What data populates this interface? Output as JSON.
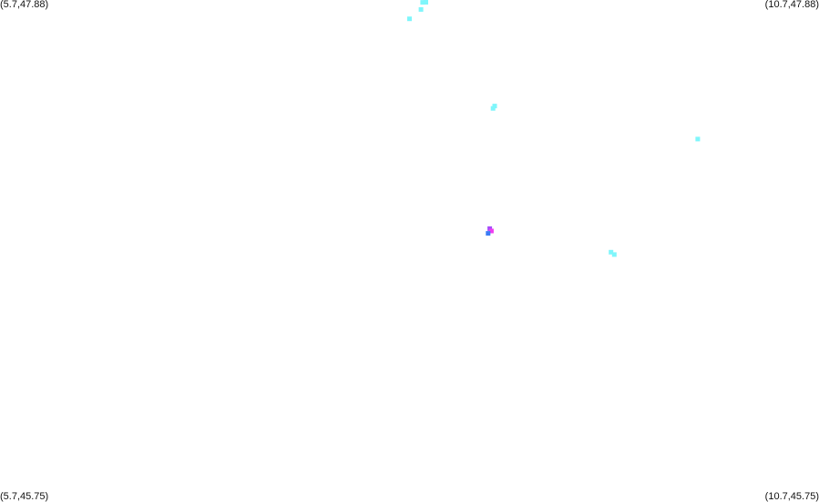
{
  "map": {
    "corner_labels": {
      "top_left": "(5.7,47.88)",
      "top_right": "(10.7,47.88)",
      "bottom_left": "(5.7,45.75)",
      "bottom_right": "(10.7,45.75)"
    },
    "extent": {
      "lon_min": 5.7,
      "lon_max": 10.7,
      "lat_min": 45.75,
      "lat_max": 47.88
    },
    "colors": {
      "background": "#ffffff",
      "label": "#111111"
    },
    "markers": [
      {
        "lon": 8.28,
        "lat": 47.87,
        "color": "#7ff6fb"
      },
      {
        "lon": 8.3,
        "lat": 47.88,
        "color": "#7ff6fb"
      },
      {
        "lon": 8.27,
        "lat": 47.84,
        "color": "#7ff6fb"
      },
      {
        "lon": 8.2,
        "lat": 47.8,
        "color": "#7ff6fb"
      },
      {
        "lon": 8.71,
        "lat": 47.42,
        "color": "#7ff6fb"
      },
      {
        "lon": 8.72,
        "lat": 47.43,
        "color": "#7ff6fb"
      },
      {
        "lon": 9.96,
        "lat": 47.29,
        "color": "#7ff6fb"
      },
      {
        "lon": 8.69,
        "lat": 46.91,
        "color": "#a64dfb"
      },
      {
        "lon": 8.7,
        "lat": 46.9,
        "color": "#f03cf0"
      },
      {
        "lon": 8.68,
        "lat": 46.89,
        "color": "#3b7bf5"
      },
      {
        "lon": 9.43,
        "lat": 46.81,
        "color": "#7ff6fb"
      },
      {
        "lon": 9.45,
        "lat": 46.8,
        "color": "#7ff6fb"
      }
    ]
  }
}
